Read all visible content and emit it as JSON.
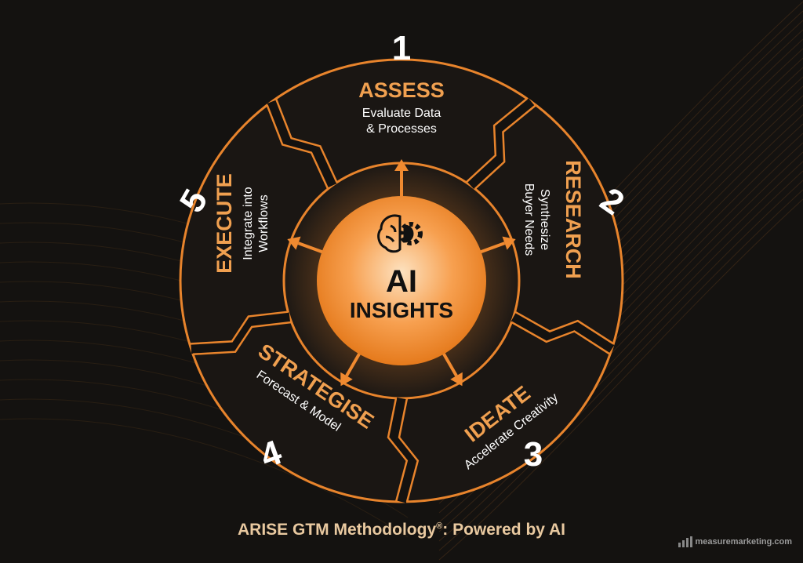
{
  "center": {
    "line1": "AI",
    "line2": "INSIGHTS",
    "icon": "brain-gear-icon"
  },
  "steps": [
    {
      "number": "1",
      "title": "ASSESS",
      "line1": "Evaluate Data",
      "line2": "& Processes"
    },
    {
      "number": "2",
      "title": "RESEARCH",
      "line1": "Synthesize",
      "line2": "Buyer Needs"
    },
    {
      "number": "3",
      "title": "IDEATE",
      "line1": "Accelerate Creativity",
      "line2": ""
    },
    {
      "number": "4",
      "title": "STRATEGISE",
      "line1": "Forecast & Model",
      "line2": ""
    },
    {
      "number": "5",
      "title": "EXECUTE",
      "line1": "Integrate into",
      "line2": "Workflows"
    }
  ],
  "footer": {
    "title": "ARISE GTM Methodology",
    "reg": "®",
    "subtitle": ": Powered by AI"
  },
  "logo": {
    "text": "measuremarketing.com"
  },
  "colors": {
    "accent": "#e8842c",
    "title": "#f0a050",
    "bg": "#141210"
  }
}
